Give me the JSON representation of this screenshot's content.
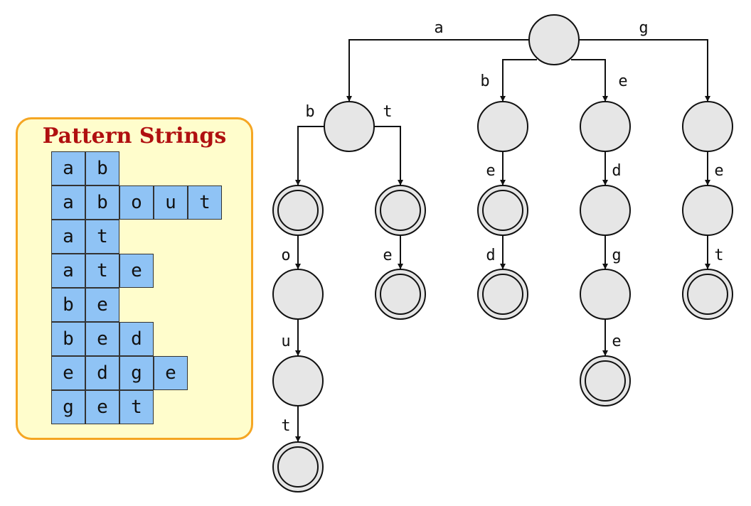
{
  "panel": {
    "title": "Pattern Strings",
    "patterns": [
      "ab",
      "about",
      "at",
      "ate",
      "be",
      "bed",
      "edge",
      "get"
    ]
  },
  "colors": {
    "panel_fill": "#fffdcc",
    "panel_border": "#f5a623",
    "title": "#b01010",
    "cell_fill": "#8fc3f5",
    "node_fill": "#e6e6e6"
  },
  "trie": {
    "root": "root",
    "nodes": [
      {
        "id": "root",
        "terminal": false
      },
      {
        "id": "a",
        "terminal": false
      },
      {
        "id": "ab",
        "terminal": true
      },
      {
        "id": "abo",
        "terminal": false
      },
      {
        "id": "abou",
        "terminal": false
      },
      {
        "id": "about",
        "terminal": true
      },
      {
        "id": "at",
        "terminal": true
      },
      {
        "id": "ate",
        "terminal": true
      },
      {
        "id": "b",
        "terminal": false
      },
      {
        "id": "be",
        "terminal": true
      },
      {
        "id": "bed",
        "terminal": true
      },
      {
        "id": "e",
        "terminal": false
      },
      {
        "id": "ed",
        "terminal": false
      },
      {
        "id": "edg",
        "terminal": false
      },
      {
        "id": "edge",
        "terminal": true
      },
      {
        "id": "g",
        "terminal": false
      },
      {
        "id": "ge",
        "terminal": false
      },
      {
        "id": "get",
        "terminal": true
      }
    ],
    "edges": [
      {
        "from": "root",
        "to": "a",
        "label": "a"
      },
      {
        "from": "root",
        "to": "b",
        "label": "b"
      },
      {
        "from": "root",
        "to": "e",
        "label": "e"
      },
      {
        "from": "root",
        "to": "g",
        "label": "g"
      },
      {
        "from": "a",
        "to": "ab",
        "label": "b"
      },
      {
        "from": "a",
        "to": "at",
        "label": "t"
      },
      {
        "from": "ab",
        "to": "abo",
        "label": "o"
      },
      {
        "from": "abo",
        "to": "abou",
        "label": "u"
      },
      {
        "from": "abou",
        "to": "about",
        "label": "t"
      },
      {
        "from": "at",
        "to": "ate",
        "label": "e"
      },
      {
        "from": "b",
        "to": "be",
        "label": "e"
      },
      {
        "from": "be",
        "to": "bed",
        "label": "d"
      },
      {
        "from": "e",
        "to": "ed",
        "label": "d"
      },
      {
        "from": "ed",
        "to": "edg",
        "label": "g"
      },
      {
        "from": "edg",
        "to": "edge",
        "label": "e"
      },
      {
        "from": "g",
        "to": "ge",
        "label": "e"
      },
      {
        "from": "ge",
        "to": "get",
        "label": "t"
      }
    ]
  }
}
